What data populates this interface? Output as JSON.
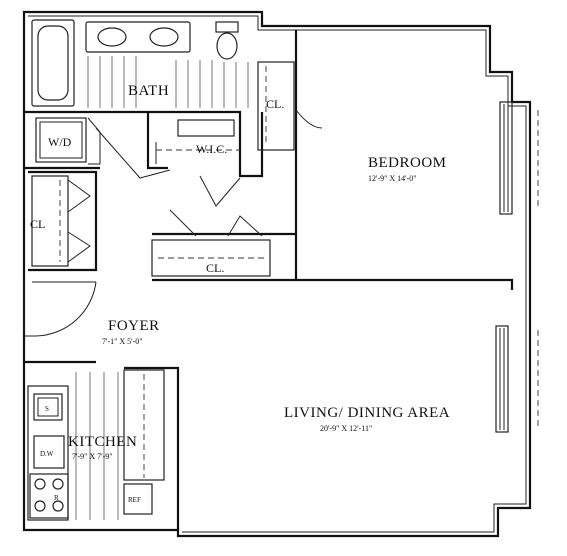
{
  "rooms": {
    "bath": {
      "label": "BATH"
    },
    "wd": {
      "label": "W/D"
    },
    "wic": {
      "label": "W.I.C."
    },
    "bedroom_closet": {
      "label": "CL."
    },
    "bedroom": {
      "label": "BEDROOM",
      "dims": "12'-9\" X 14'-0\""
    },
    "left_closet": {
      "label": "CL"
    },
    "hall_closet": {
      "label": "CL."
    },
    "foyer": {
      "label": "FOYER",
      "dims": "7'-1\" X 5'-0\""
    },
    "living": {
      "label": "LIVING/ DINING AREA",
      "dims": "20'-9\" X 12'-11\""
    },
    "kitchen": {
      "label": "KITCHEN",
      "dims": "7'-9\" X 7'-9\""
    }
  },
  "appliances": {
    "sink": "S",
    "dishwasher": "D.W",
    "range": "R",
    "refrigerator": "REF"
  }
}
